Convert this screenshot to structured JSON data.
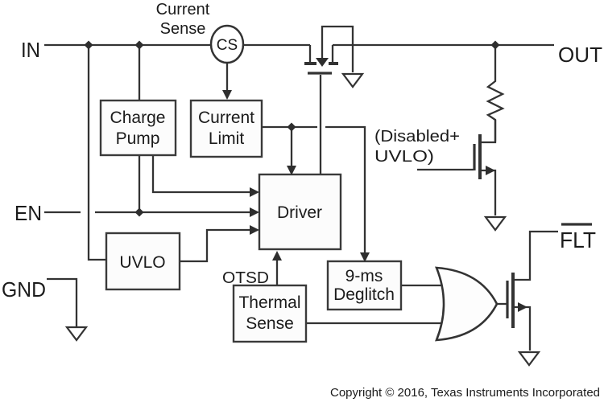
{
  "pins": {
    "in": "IN",
    "out": "OUT",
    "en": "EN",
    "gnd": "GND",
    "flt": "FLT"
  },
  "annotations": {
    "current_sense": [
      "Current",
      "Sense"
    ],
    "cs_bubble": "CS",
    "disabled_uvlo": [
      "(Disabled+",
      "UVLO)"
    ],
    "otsd": "OTSD"
  },
  "blocks": {
    "charge_pump": [
      "Charge",
      "Pump"
    ],
    "current_limit": [
      "Current",
      "Limit"
    ],
    "driver": [
      "Driver"
    ],
    "uvlo": [
      "UVLO"
    ],
    "thermal_sense": [
      "Thermal",
      "Sense"
    ],
    "deglitch": [
      "9-ms",
      "Deglitch"
    ]
  },
  "footer": {
    "copyright": "Copyright © 2016, Texas Instruments Incorporated"
  },
  "colors": {
    "line": "#333333",
    "text": "#1b1b1b",
    "block_fill": "#fcfcfc",
    "background": "#ffffff"
  }
}
